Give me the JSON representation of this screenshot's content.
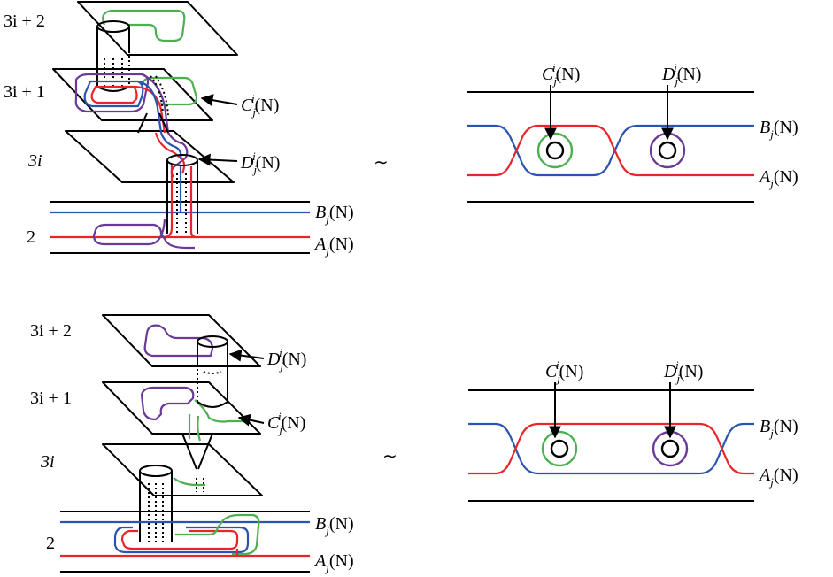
{
  "labels": {
    "level_3i2": "3i + 2",
    "level_3i1": "3i + 1",
    "level_3i": "3i",
    "level_2": "2",
    "B": "B",
    "A": "A",
    "C": "C",
    "D": "D",
    "sub_j": "j",
    "sup_i": "i",
    "arg_N": "(N)",
    "equiv": "∼"
  },
  "colors": {
    "red": "#e8262a",
    "blue": "#2a54b0",
    "green": "#4cb050",
    "purple": "#6a3a98",
    "black": "#000000"
  }
}
